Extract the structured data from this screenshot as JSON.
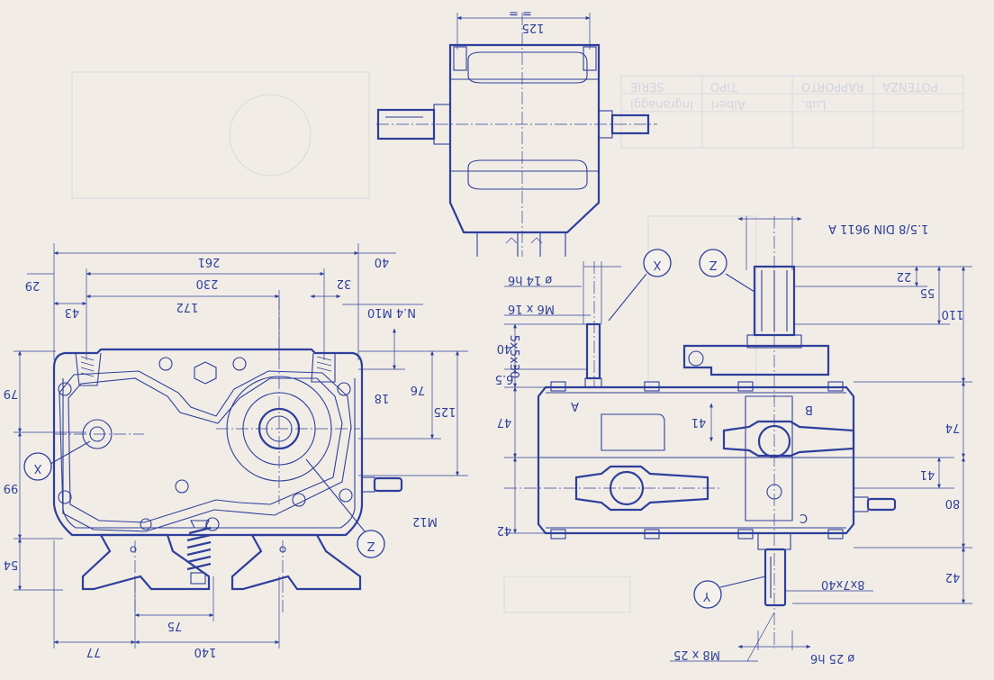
{
  "drawing": {
    "ink_color": "#2e3f9c",
    "faint_color": "#b7bfdc",
    "paper_color": "#f1ede6",
    "mirrored": true
  },
  "top_view": {
    "width_dim": "125"
  },
  "front_view": {
    "overall_length": "261",
    "hole_spacing": "230",
    "to_axis": "172",
    "left_offset": "43",
    "left_edge": "29",
    "right_boss": "32",
    "right_gap": "40",
    "thread_spec": "N.4 M10",
    "vert_small": "18",
    "vert_76": "76",
    "vert_125": "125",
    "left_upper": "79",
    "left_mid": "99",
    "left_lower": "54",
    "bottom_left": "77",
    "bottom_140": "140",
    "bottom_75": "75",
    "drain_thread": "M12",
    "callout_x": "X",
    "callout_z": "Z"
  },
  "side_view": {
    "spline_spec": "1.5/8 DIN 9611 A",
    "spline_22": "22",
    "spline_55": "55",
    "spline_110": "110",
    "shaft_dia": "ø 14 h6",
    "screw_top": "M6 x 16",
    "key_top": "5x5x30",
    "dim_40": "40",
    "dim_6_5": "6.5",
    "dim_47": "47",
    "dim_41_upper": "41",
    "dim_42": "42",
    "right_74": "74",
    "right_41": "41",
    "right_80": "80",
    "right_42": "42",
    "key_bottom": "8x7x40",
    "screw_bottom": "M8 x 25",
    "shaft_dia_bottom": "ø 25 h6",
    "label_a": "A",
    "label_b": "B",
    "label_c": "C",
    "callout_x": "X",
    "callout_y": "Y",
    "callout_z": "Z"
  },
  "background_table": {
    "row1": [
      "SERIE",
      "TIPO",
      "RAPPORTO",
      "POTENZA"
    ],
    "row2": [
      "Ingranaggi",
      "Alberi",
      "Lub."
    ]
  }
}
